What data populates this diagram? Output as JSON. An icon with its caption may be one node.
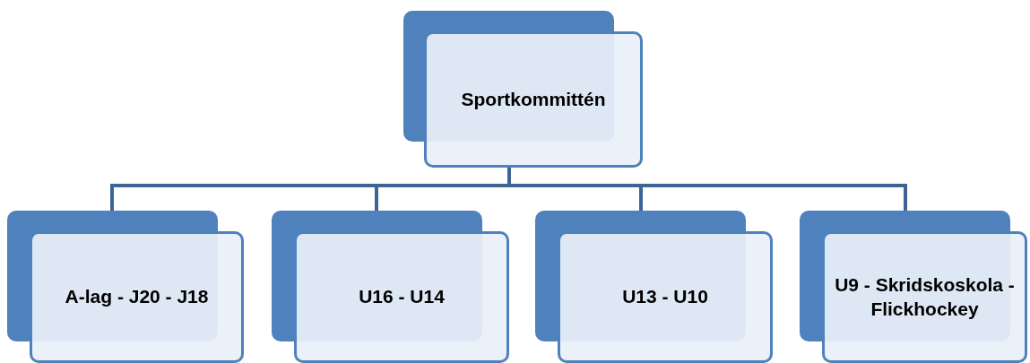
{
  "diagram": {
    "nodes": [
      {
        "text": [
          "Sportkommittén"
        ]
      },
      {
        "text": [
          "A-lag - J20 - J18"
        ]
      },
      {
        "text": [
          "U16 - U14"
        ]
      },
      {
        "text": [
          "U13 - U10"
        ]
      },
      {
        "text": [
          "U9 - Skridskoskola - Flickhockey"
        ]
      }
    ],
    "edges": [
      {
        "from": 0,
        "to": 1,
        "arrow": "none"
      },
      {
        "from": 0,
        "to": 2,
        "arrow": "none"
      },
      {
        "from": 0,
        "to": 3,
        "arrow": "none"
      },
      {
        "from": 0,
        "to": 4,
        "arrow": "none"
      }
    ]
  }
}
